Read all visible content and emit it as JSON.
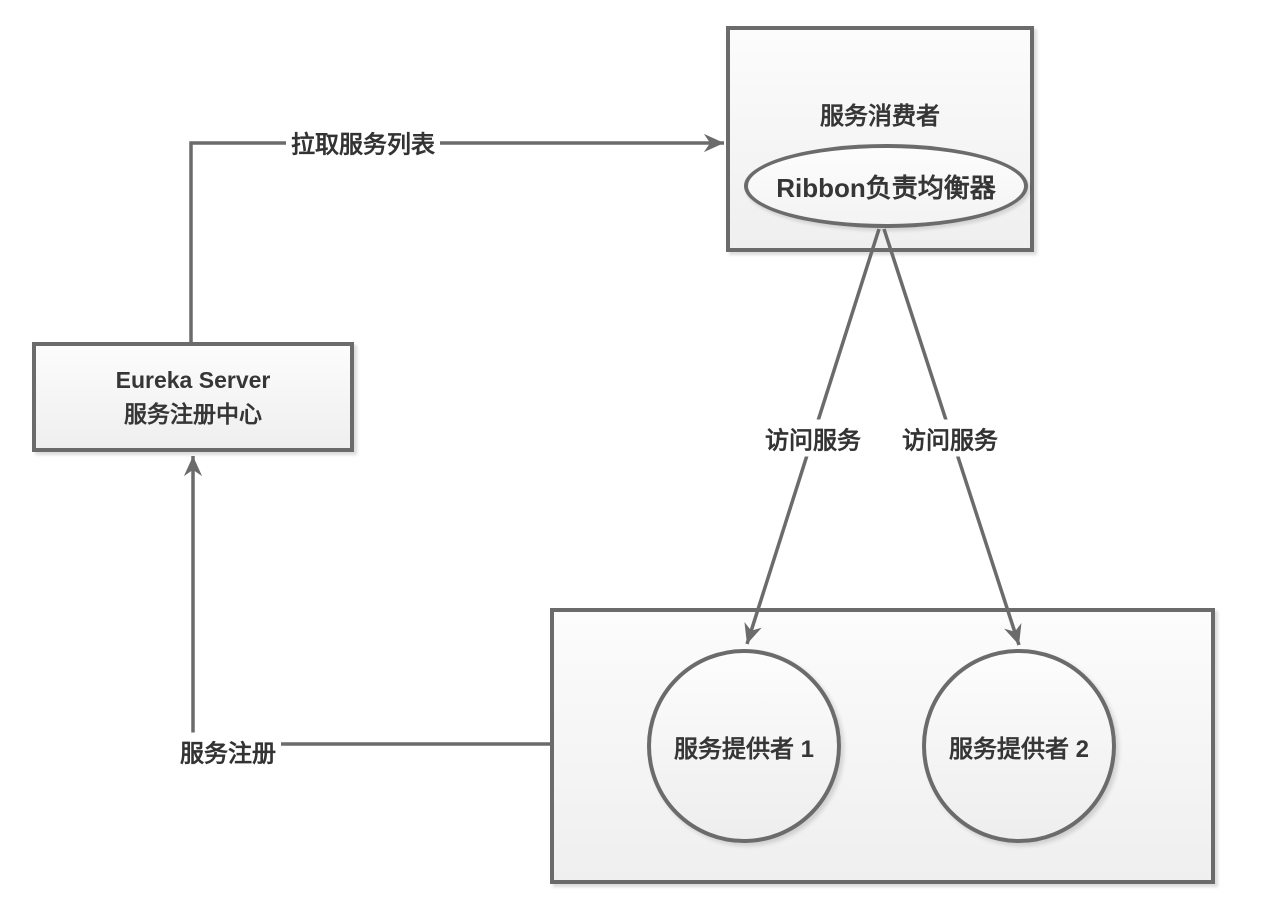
{
  "diagram": {
    "service_consumer": {
      "title": "服务消费者",
      "ribbon_label": "Ribbon负责均衡器"
    },
    "eureka_server": {
      "title_en": "Eureka Server",
      "title_zh": "服务注册中心"
    },
    "providers_group": {
      "provider_1": "服务提供者 1",
      "provider_2": "服务提供者 2"
    },
    "edge_labels": {
      "pull_service_list": "拉取服务列表",
      "service_register": "服务注册",
      "access_service_left": "访问服务",
      "access_service_right": "访问服务"
    },
    "colors": {
      "line": "#6b6b6b",
      "text": "#363636",
      "node_fill_top": "#fcfcfc",
      "node_fill_bottom": "#efefef",
      "background": "#ffffff"
    }
  }
}
